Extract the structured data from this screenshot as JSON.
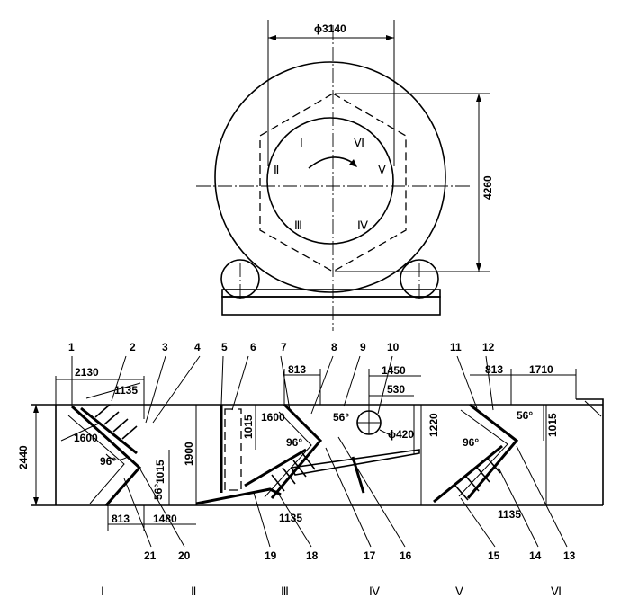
{
  "front_view": {
    "diameter_label": "ϕ3140",
    "height_label": "4260",
    "sector_labels": [
      "Ⅰ",
      "Ⅵ",
      "Ⅱ",
      "Ⅴ",
      "Ⅲ",
      "Ⅳ"
    ]
  },
  "section_view": {
    "dimensions": {
      "d2130": "2130",
      "d1135a": "1135",
      "d1600a": "1600",
      "d96a": "96°",
      "d1015a": "1015",
      "d56a": "56°",
      "d2440": "2440",
      "d1900": "1900",
      "d813a": "813",
      "d1480": "1480",
      "d813b": "813",
      "d1015b": "1015",
      "d1600b": "1600",
      "d56b": "56°",
      "d96b": "96°",
      "d1135b": "1135",
      "d1450": "1450",
      "d530": "530",
      "d420": "ϕ420",
      "d1220": "1220",
      "d813c": "813",
      "d1710": "1710",
      "d56c": "56°",
      "d96c": "96°",
      "d1015c": "1015",
      "d1135c": "1135"
    },
    "part_numbers": [
      "1",
      "2",
      "3",
      "4",
      "5",
      "6",
      "7",
      "8",
      "9",
      "10",
      "11",
      "12",
      "13",
      "14",
      "15",
      "16",
      "17",
      "18",
      "19",
      "20",
      "21"
    ],
    "section_numbers": [
      "Ⅰ",
      "Ⅱ",
      "Ⅲ",
      "Ⅳ",
      "Ⅴ",
      "Ⅵ"
    ]
  }
}
